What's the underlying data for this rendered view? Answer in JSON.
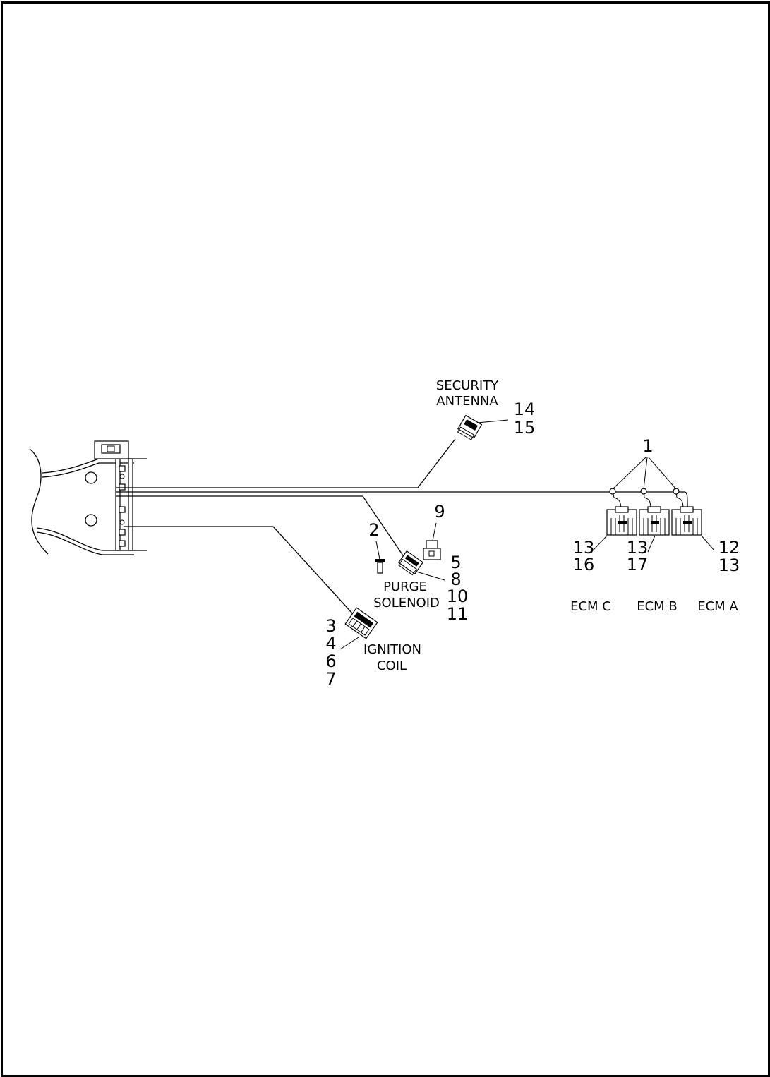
{
  "labels": {
    "security_antenna": [
      "SECURITY",
      "ANTENNA"
    ],
    "purge_solenoid": [
      "PURGE",
      "SOLENOID"
    ],
    "ignition_coil": [
      "IGNITION",
      "COIL"
    ],
    "ecm_c": "ECM C",
    "ecm_b": "ECM B",
    "ecm_a": "ECM A"
  },
  "callouts": {
    "c1": [
      "1"
    ],
    "c2": [
      "2"
    ],
    "c9": [
      "9"
    ],
    "antenna": [
      "14",
      "15"
    ],
    "purge": [
      "5",
      "8",
      "10",
      "11"
    ],
    "coil": [
      "3",
      "4",
      "6",
      "7"
    ],
    "ecm_c": [
      "13",
      "16"
    ],
    "ecm_b": [
      "13",
      "17"
    ],
    "ecm_a": [
      "12",
      "13"
    ]
  },
  "colors": {
    "ink": "#000000",
    "paper": "#ffffff"
  }
}
